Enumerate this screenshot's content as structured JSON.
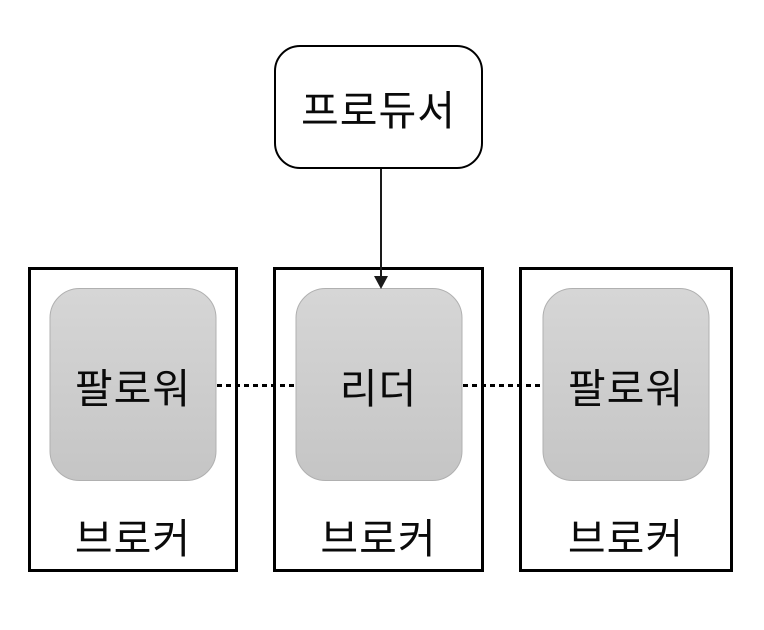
{
  "diagram": {
    "title": "kafka-replication-diagram",
    "producer": {
      "label": "프로듀서"
    },
    "brokers": [
      {
        "label": "브로커",
        "partition": {
          "label": "팔로워"
        }
      },
      {
        "label": "브로커",
        "partition": {
          "label": "리더"
        }
      },
      {
        "label": "브로커",
        "partition": {
          "label": "팔로워"
        }
      }
    ],
    "connectors": {
      "producer_to_leader": "arrow-down",
      "replication_links": "dashed-horizontal"
    },
    "colors": {
      "background": "#ffffff",
      "border": "#000000",
      "partition_fill_top": "#d6d6d6",
      "partition_fill_bottom": "#c5c5c5",
      "partition_border": "#b0b0b0"
    }
  }
}
